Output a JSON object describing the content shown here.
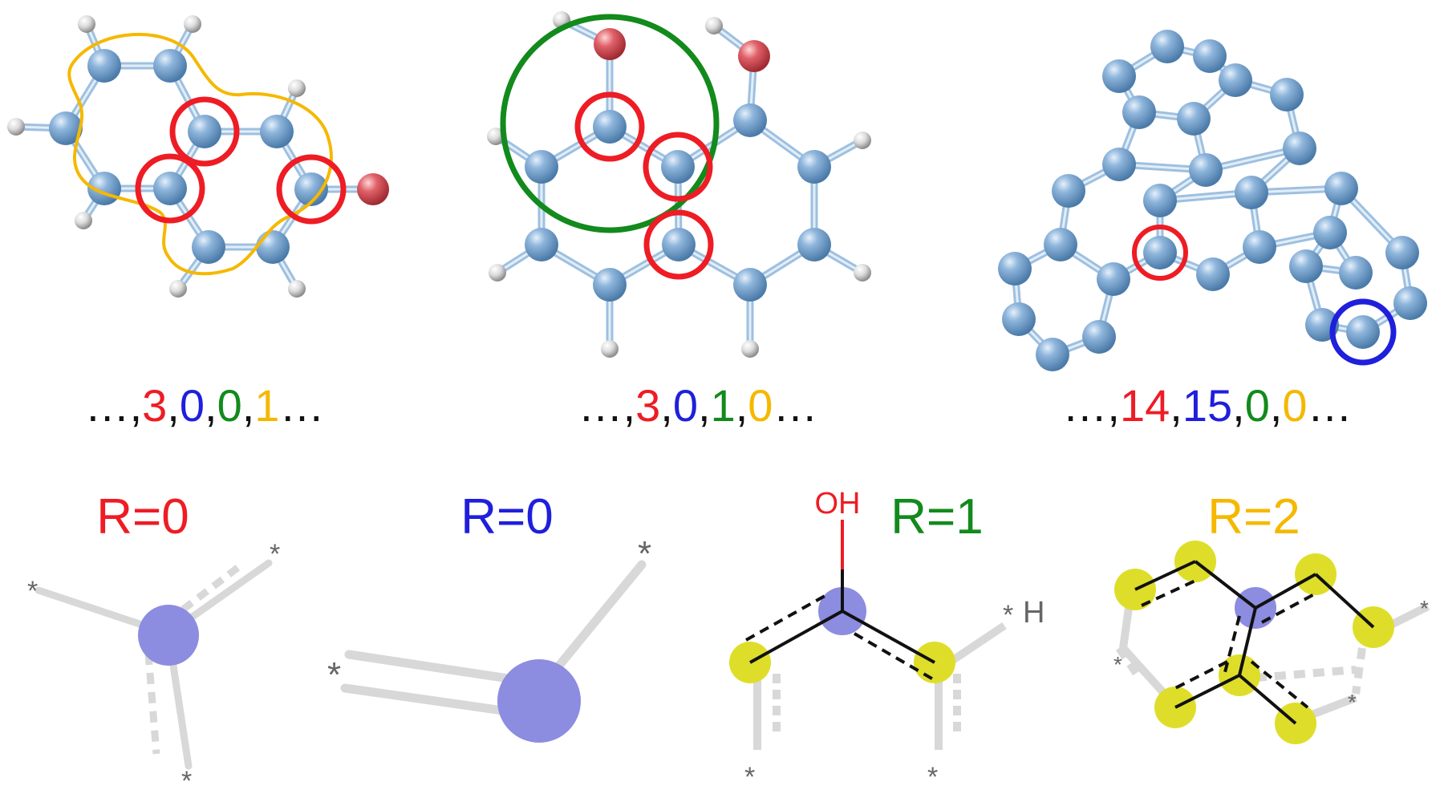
{
  "colors": {
    "red": "#ee1c24",
    "blue": "#1f1fdc",
    "green": "#128a1c",
    "yellow": "#f5b800",
    "black": "#111111",
    "atom": "#7aa2cc",
    "oxygen": "#d9545c",
    "hydrogen": "#d9d9d9",
    "bond": "#9ec0e0",
    "center_atom": "#8c8ce0",
    "neighbor_atom": "#dede2a",
    "gray_bond": "#d8d8d8",
    "oh_bond": "#ee1c24"
  },
  "sequences": [
    {
      "prefix": "…,",
      "values": [
        {
          "text": "3",
          "color": "red"
        },
        {
          "text": "0",
          "color": "blue"
        },
        {
          "text": "0",
          "color": "green"
        },
        {
          "text": "1",
          "color": "yellow"
        }
      ],
      "suffix": "…"
    },
    {
      "prefix": "…,",
      "values": [
        {
          "text": "3",
          "color": "red"
        },
        {
          "text": "0",
          "color": "blue"
        },
        {
          "text": "1",
          "color": "green"
        },
        {
          "text": "0",
          "color": "yellow"
        }
      ],
      "suffix": "…"
    },
    {
      "prefix": "…,",
      "values": [
        {
          "text": "14",
          "color": "red"
        },
        {
          "text": "15",
          "color": "blue"
        },
        {
          "text": "0",
          "color": "green"
        },
        {
          "text": "0",
          "color": "yellow"
        }
      ],
      "suffix": "…"
    }
  ],
  "radius_labels": [
    {
      "text": "R=0",
      "color": "red"
    },
    {
      "text": "R=0",
      "color": "blue"
    },
    {
      "text": "R=1",
      "color": "green"
    },
    {
      "text": "R=2",
      "color": "yellow"
    }
  ],
  "fragments": {
    "wildcard": "*",
    "oh_label": "OH",
    "h_label": "H"
  }
}
